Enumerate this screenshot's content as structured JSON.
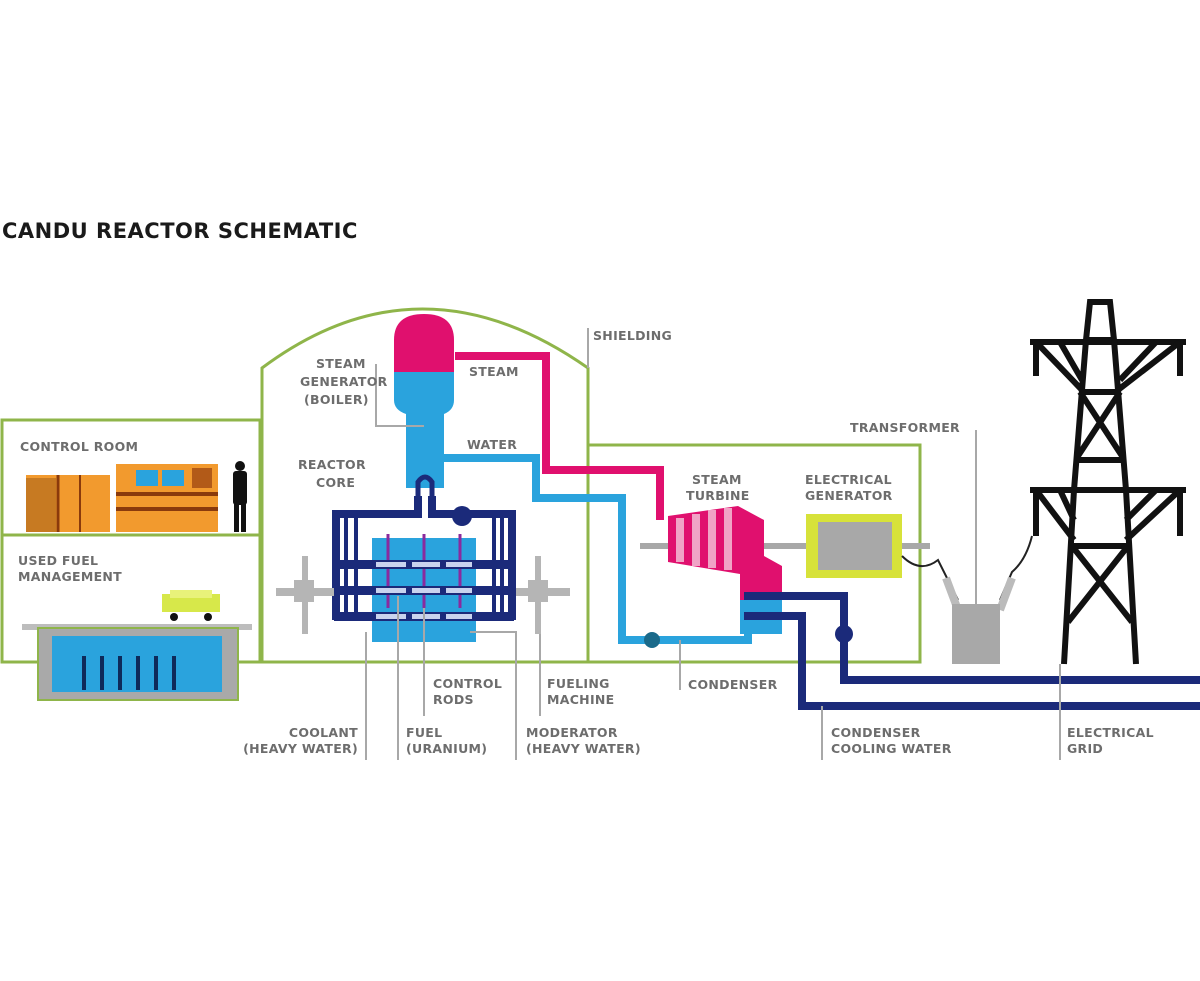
{
  "title": "CANDU REACTOR SCHEMATIC",
  "colors": {
    "wall": "#8fb54a",
    "steam": "#e0106e",
    "water": "#2aa3dd",
    "coolant": "#1b2a7a",
    "console": "#f29a2e",
    "generator_frame": "#d7e23a",
    "gray": "#a8a8a8"
  },
  "labels": {
    "control_room": "CONTROL ROOM",
    "used_fuel_1": "USED FUEL",
    "used_fuel_2": "MANAGEMENT",
    "steam_gen_1": "STEAM",
    "steam_gen_2": "GENERATOR",
    "steam_gen_3": "(BOILER)",
    "reactor_core_1": "REACTOR",
    "reactor_core_2": "CORE",
    "steam": "STEAM",
    "water": "WATER",
    "shielding": "SHIELDING",
    "transformer": "TRANSFORMER",
    "steam_turbine_1": "STEAM",
    "steam_turbine_2": "TURBINE",
    "elec_gen_1": "ELECTRICAL",
    "elec_gen_2": "GENERATOR",
    "control_rods_1": "CONTROL",
    "control_rods_2": "RODS",
    "fueling_1": "FUELING",
    "fueling_2": "MACHINE",
    "condenser": "CONDENSER",
    "coolant_1": "COOLANT",
    "coolant_2": "(HEAVY WATER)",
    "fuel_1": "FUEL",
    "fuel_2": "(URANIUM)",
    "moderator_1": "MODERATOR",
    "moderator_2": "(HEAVY WATER)",
    "cond_cooling_1": "CONDENSER",
    "cond_cooling_2": "COOLING WATER",
    "grid_1": "ELECTRICAL",
    "grid_2": "GRID"
  }
}
